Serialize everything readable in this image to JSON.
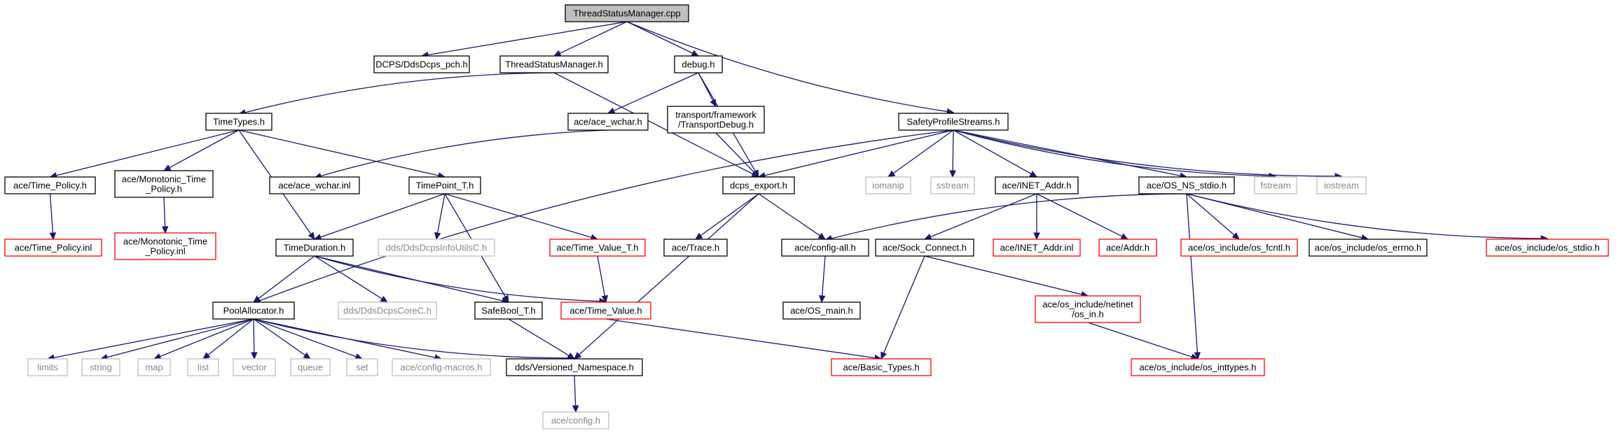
{
  "diagram": {
    "colors": {
      "edge": "#191970",
      "root_fill": "#bfbfbf",
      "normal_border": "#000000",
      "missing_border": "#bfbfbf",
      "partial_border": "#ff0000"
    },
    "nodes": [
      {
        "id": "thread_status_manager_cpp",
        "lines": [
          "ThreadStatusManager.cpp"
        ],
        "style": "root"
      },
      {
        "id": "dcps_ddsdcps_pch_h",
        "lines": [
          "DCPS/DdsDcps_pch.h"
        ],
        "style": "normal"
      },
      {
        "id": "thread_status_manager_h",
        "lines": [
          "ThreadStatusManager.h"
        ],
        "style": "normal"
      },
      {
        "id": "debug_h",
        "lines": [
          "debug.h"
        ],
        "style": "normal"
      },
      {
        "id": "safety_profile_streams_h",
        "lines": [
          "SafetyProfileStreams.h"
        ],
        "style": "normal"
      },
      {
        "id": "time_types_h",
        "lines": [
          "TimeTypes.h"
        ],
        "style": "normal"
      },
      {
        "id": "ace_wchar_h",
        "lines": [
          "ace/ace_wchar.h"
        ],
        "style": "normal"
      },
      {
        "id": "transport_debug_h",
        "lines": [
          "transport/framework",
          "/TransportDebug.h"
        ],
        "style": "normal"
      },
      {
        "id": "ace_time_policy_h",
        "lines": [
          "ace/Time_Policy.h"
        ],
        "style": "normal"
      },
      {
        "id": "ace_monotonic_time_policy_h",
        "lines": [
          "ace/Monotonic_Time",
          "_Policy.h"
        ],
        "style": "normal"
      },
      {
        "id": "ace_wchar_inl",
        "lines": [
          "ace/ace_wchar.inl"
        ],
        "style": "normal"
      },
      {
        "id": "timepoint_t_h",
        "lines": [
          "TimePoint_T.h"
        ],
        "style": "normal"
      },
      {
        "id": "dcps_export_h",
        "lines": [
          "dcps_export.h"
        ],
        "style": "normal"
      },
      {
        "id": "iomanip",
        "lines": [
          "iomanip"
        ],
        "style": "missing"
      },
      {
        "id": "sstream",
        "lines": [
          "sstream"
        ],
        "style": "missing"
      },
      {
        "id": "ace_inet_addr_h",
        "lines": [
          "ace/INET_Addr.h"
        ],
        "style": "normal"
      },
      {
        "id": "ace_os_ns_stdio_h",
        "lines": [
          "ace/OS_NS_stdio.h"
        ],
        "style": "normal"
      },
      {
        "id": "fstream",
        "lines": [
          "fstream"
        ],
        "style": "missing"
      },
      {
        "id": "iostream",
        "lines": [
          "iostream"
        ],
        "style": "missing"
      },
      {
        "id": "ace_time_policy_inl",
        "lines": [
          "ace/Time_Policy.inl"
        ],
        "style": "partial"
      },
      {
        "id": "ace_monotonic_time_policy_inl",
        "lines": [
          "ace/Monotonic_Time",
          "_Policy.inl"
        ],
        "style": "partial"
      },
      {
        "id": "time_duration_h",
        "lines": [
          "TimeDuration.h"
        ],
        "style": "normal"
      },
      {
        "id": "dds_ddsdcpsinfoutilsc_h",
        "lines": [
          "dds/DdsDcpsInfoUtilsC.h"
        ],
        "style": "missing"
      },
      {
        "id": "ace_time_value_t_h",
        "lines": [
          "ace/Time_Value_T.h"
        ],
        "style": "partial"
      },
      {
        "id": "ace_trace_h",
        "lines": [
          "ace/Trace.h"
        ],
        "style": "normal"
      },
      {
        "id": "ace_config_all_h",
        "lines": [
          "ace/config-all.h"
        ],
        "style": "normal"
      },
      {
        "id": "ace_sock_connect_h",
        "lines": [
          "ace/Sock_Connect.h"
        ],
        "style": "normal"
      },
      {
        "id": "ace_inet_addr_inl",
        "lines": [
          "ace/INET_Addr.inl"
        ],
        "style": "partial"
      },
      {
        "id": "ace_addr_h",
        "lines": [
          "ace/Addr.h"
        ],
        "style": "partial"
      },
      {
        "id": "ace_os_include_os_fcntl_h",
        "lines": [
          "ace/os_include/os_fcntl.h"
        ],
        "style": "partial"
      },
      {
        "id": "ace_os_include_os_errno_h",
        "lines": [
          "ace/os_include/os_errno.h"
        ],
        "style": "normal"
      },
      {
        "id": "ace_os_include_os_stdio_h",
        "lines": [
          "ace/os_include/os_stdio.h"
        ],
        "style": "partial"
      },
      {
        "id": "pool_allocator_h",
        "lines": [
          "PoolAllocator.h"
        ],
        "style": "normal"
      },
      {
        "id": "dds_ddsdcpscorec_h",
        "lines": [
          "dds/DdsDcpsCoreC.h"
        ],
        "style": "missing"
      },
      {
        "id": "safebool_t_h",
        "lines": [
          "SafeBool_T.h"
        ],
        "style": "normal"
      },
      {
        "id": "ace_time_value_h",
        "lines": [
          "ace/Time_Value.h"
        ],
        "style": "partial"
      },
      {
        "id": "ace_os_main_h",
        "lines": [
          "ace/OS_main.h"
        ],
        "style": "normal"
      },
      {
        "id": "ace_os_include_netinet_os_in_h",
        "lines": [
          "ace/os_include/netinet",
          "/os_in.h"
        ],
        "style": "partial"
      },
      {
        "id": "limits",
        "lines": [
          "limits"
        ],
        "style": "missing"
      },
      {
        "id": "string",
        "lines": [
          "string"
        ],
        "style": "missing"
      },
      {
        "id": "map",
        "lines": [
          "map"
        ],
        "style": "missing"
      },
      {
        "id": "list",
        "lines": [
          "list"
        ],
        "style": "missing"
      },
      {
        "id": "vector",
        "lines": [
          "vector"
        ],
        "style": "missing"
      },
      {
        "id": "queue",
        "lines": [
          "queue"
        ],
        "style": "missing"
      },
      {
        "id": "set",
        "lines": [
          "set"
        ],
        "style": "missing"
      },
      {
        "id": "ace_config_macros_h",
        "lines": [
          "ace/config-macros.h"
        ],
        "style": "missing"
      },
      {
        "id": "dds_versioned_namespace_h",
        "lines": [
          "dds/Versioned_Namespace.h"
        ],
        "style": "normal"
      },
      {
        "id": "ace_basic_types_h",
        "lines": [
          "ace/Basic_Types.h"
        ],
        "style": "partial"
      },
      {
        "id": "ace_os_include_os_inttypes_h",
        "lines": [
          "ace/os_include/os_inttypes.h"
        ],
        "style": "partial"
      },
      {
        "id": "ace_config_h",
        "lines": [
          "ace/config.h"
        ],
        "style": "missing"
      }
    ],
    "edges": [
      [
        "thread_status_manager_cpp",
        "dcps_ddsdcps_pch_h"
      ],
      [
        "thread_status_manager_cpp",
        "thread_status_manager_h"
      ],
      [
        "thread_status_manager_cpp",
        "debug_h"
      ],
      [
        "thread_status_manager_cpp",
        "safety_profile_streams_h"
      ],
      [
        "thread_status_manager_h",
        "time_types_h"
      ],
      [
        "thread_status_manager_h",
        "dcps_export_h"
      ],
      [
        "debug_h",
        "ace_wchar_h"
      ],
      [
        "debug_h",
        "transport_debug_h"
      ],
      [
        "debug_h",
        "dcps_export_h"
      ],
      [
        "safety_profile_streams_h",
        "pool_allocator_h"
      ],
      [
        "safety_profile_streams_h",
        "dcps_export_h"
      ],
      [
        "safety_profile_streams_h",
        "iomanip"
      ],
      [
        "safety_profile_streams_h",
        "sstream"
      ],
      [
        "safety_profile_streams_h",
        "ace_inet_addr_h"
      ],
      [
        "safety_profile_streams_h",
        "ace_os_ns_stdio_h"
      ],
      [
        "safety_profile_streams_h",
        "fstream"
      ],
      [
        "safety_profile_streams_h",
        "iostream"
      ],
      [
        "time_types_h",
        "ace_time_policy_h"
      ],
      [
        "time_types_h",
        "ace_monotonic_time_policy_h"
      ],
      [
        "time_types_h",
        "timepoint_t_h"
      ],
      [
        "time_types_h",
        "time_duration_h"
      ],
      [
        "ace_wchar_h",
        "ace_wchar_inl"
      ],
      [
        "transport_debug_h",
        "dcps_export_h"
      ],
      [
        "ace_time_policy_h",
        "ace_time_policy_inl"
      ],
      [
        "ace_monotonic_time_policy_h",
        "ace_monotonic_time_policy_inl"
      ],
      [
        "timepoint_t_h",
        "time_duration_h"
      ],
      [
        "timepoint_t_h",
        "dds_ddsdcpsinfoutilsc_h"
      ],
      [
        "timepoint_t_h",
        "ace_time_value_t_h"
      ],
      [
        "timepoint_t_h",
        "safebool_t_h"
      ],
      [
        "dcps_export_h",
        "ace_trace_h"
      ],
      [
        "dcps_export_h",
        "ace_config_all_h"
      ],
      [
        "dcps_export_h",
        "dds_versioned_namespace_h"
      ],
      [
        "ace_inet_addr_h",
        "ace_sock_connect_h"
      ],
      [
        "ace_inet_addr_h",
        "ace_inet_addr_inl"
      ],
      [
        "ace_inet_addr_h",
        "ace_addr_h"
      ],
      [
        "ace_os_ns_stdio_h",
        "ace_config_all_h"
      ],
      [
        "ace_os_ns_stdio_h",
        "ace_os_include_os_fcntl_h"
      ],
      [
        "ace_os_ns_stdio_h",
        "ace_os_include_os_errno_h"
      ],
      [
        "ace_os_ns_stdio_h",
        "ace_os_include_os_stdio_h"
      ],
      [
        "ace_os_ns_stdio_h",
        "ace_os_include_os_inttypes_h"
      ],
      [
        "time_duration_h",
        "pool_allocator_h"
      ],
      [
        "time_duration_h",
        "dds_ddsdcpscorec_h"
      ],
      [
        "time_duration_h",
        "safebool_t_h"
      ],
      [
        "time_duration_h",
        "ace_time_value_h"
      ],
      [
        "ace_time_value_t_h",
        "ace_time_value_h"
      ],
      [
        "ace_config_all_h",
        "ace_os_main_h"
      ],
      [
        "ace_sock_connect_h",
        "ace_basic_types_h"
      ],
      [
        "ace_sock_connect_h",
        "ace_os_include_netinet_os_in_h"
      ],
      [
        "pool_allocator_h",
        "limits"
      ],
      [
        "pool_allocator_h",
        "string"
      ],
      [
        "pool_allocator_h",
        "map"
      ],
      [
        "pool_allocator_h",
        "list"
      ],
      [
        "pool_allocator_h",
        "vector"
      ],
      [
        "pool_allocator_h",
        "queue"
      ],
      [
        "pool_allocator_h",
        "set"
      ],
      [
        "pool_allocator_h",
        "ace_config_macros_h"
      ],
      [
        "pool_allocator_h",
        "dds_versioned_namespace_h"
      ],
      [
        "safebool_t_h",
        "dds_versioned_namespace_h"
      ],
      [
        "ace_time_value_h",
        "ace_basic_types_h"
      ],
      [
        "ace_os_include_netinet_os_in_h",
        "ace_os_include_os_inttypes_h"
      ],
      [
        "dds_versioned_namespace_h",
        "ace_config_h"
      ]
    ]
  }
}
